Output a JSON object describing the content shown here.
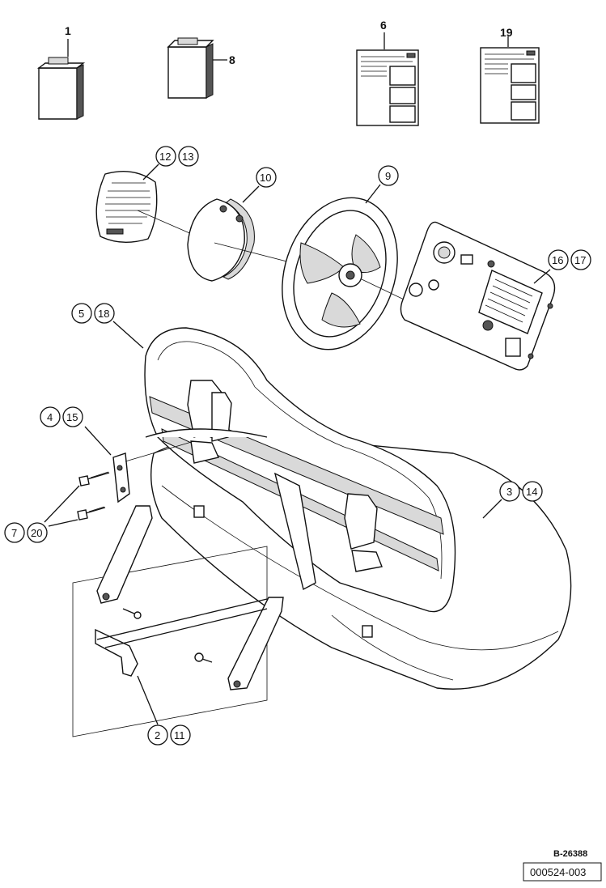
{
  "callouts": {
    "c1": "1",
    "c8": "8",
    "c6": "6",
    "c19": "19",
    "c12": "12",
    "c13": "13",
    "c10": "10",
    "c9": "9",
    "c16": "16",
    "c17": "17",
    "c5": "5",
    "c18": "18",
    "c4": "4",
    "c15": "15",
    "c7": "7",
    "c20": "20",
    "c3": "3",
    "c14": "14",
    "c2": "2",
    "c11": "11"
  },
  "footer": {
    "drawing_ref": "B-26388",
    "doc_code": "000524-003"
  }
}
